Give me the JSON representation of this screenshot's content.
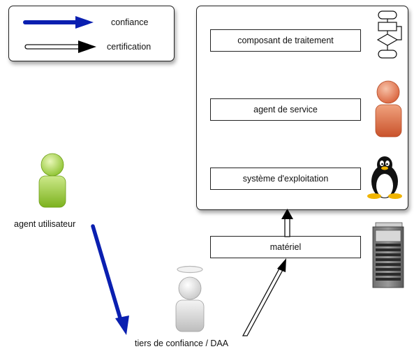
{
  "legend": {
    "trust_label": "confiance",
    "certification_label": "certification"
  },
  "platform": {
    "components": [
      {
        "label": "composant de traitement",
        "icon": "flowchart-icon"
      },
      {
        "label": "agent de service",
        "icon": "person-icon"
      },
      {
        "label": "système d'exploitation",
        "icon": "linux-penguin-icon"
      }
    ]
  },
  "hardware": {
    "label": "matériel",
    "icon": "server-tower-icon"
  },
  "actors": {
    "user_agent": "agent utilisateur",
    "trusted_third_party": "tiers de confiance / DAA"
  },
  "colors": {
    "trust_arrow": "#0a1fb0",
    "user_agent": "#9acd32",
    "service_agent": "#e06a3a",
    "third_party": "#d6d6d6"
  }
}
